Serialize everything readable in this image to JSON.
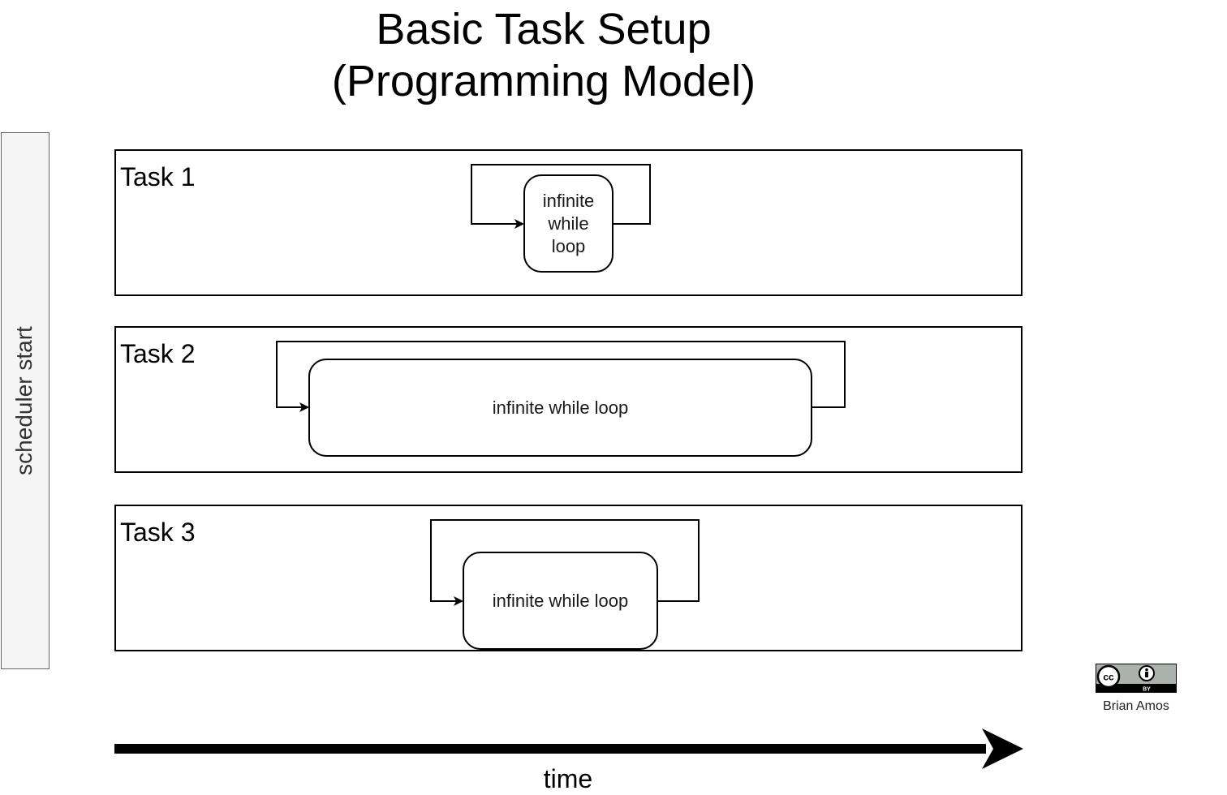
{
  "title": {
    "line1": "Basic Task Setup",
    "line2": "(Programming Model)"
  },
  "scheduler": {
    "label": "scheduler start"
  },
  "tasks": [
    {
      "label": "Task 1",
      "loop_lines": [
        "infinite",
        "while",
        "loop"
      ]
    },
    {
      "label": "Task 2",
      "loop_text": "infinite while loop"
    },
    {
      "label": "Task 3",
      "loop_text": "infinite while loop"
    }
  ],
  "time_axis": {
    "label": "time"
  },
  "license": {
    "badge": [
      "cc-icon",
      "by-attribution-icon"
    ],
    "badge_text": "BY",
    "author": "Brian Amos"
  }
}
